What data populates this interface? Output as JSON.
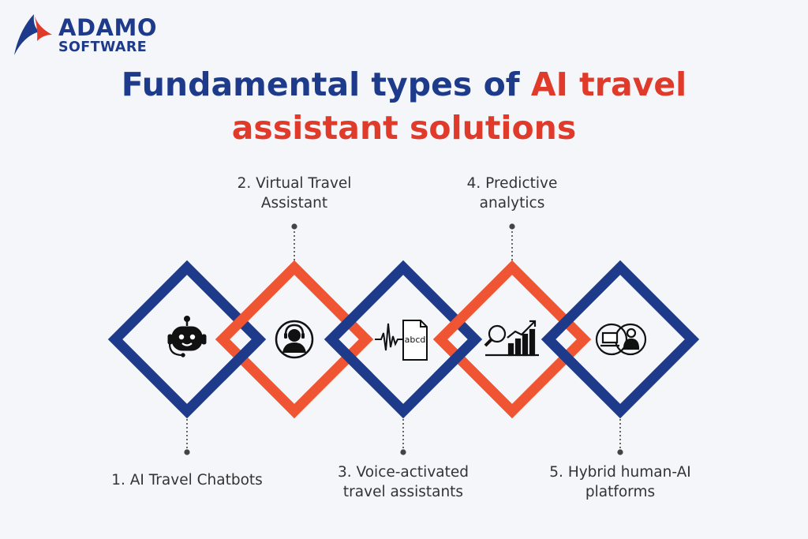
{
  "brand": {
    "line1": "ADAMO",
    "line2": "SOFTWARE"
  },
  "title": {
    "part1": "Fundamental types of ",
    "accent1": "AI travel",
    "accent2": "assistant solutions"
  },
  "colors": {
    "navy": "#1e3a8a",
    "red": "#ef5533",
    "accent_text": "#e03a2a"
  },
  "items": [
    {
      "label": "1. AI Travel Chatbots",
      "icon": "robot-chatbot-icon"
    },
    {
      "label": "2. Virtual Travel\nAssistant",
      "icon": "headset-agent-icon"
    },
    {
      "label": "3. Voice-activated\ntravel assistants",
      "icon": "voice-to-text-icon"
    },
    {
      "label": "4. Predictive\nanalytics",
      "icon": "analytics-chart-icon"
    },
    {
      "label": "5. Hybrid human-AI\nplatforms",
      "icon": "human-computer-icon"
    }
  ]
}
